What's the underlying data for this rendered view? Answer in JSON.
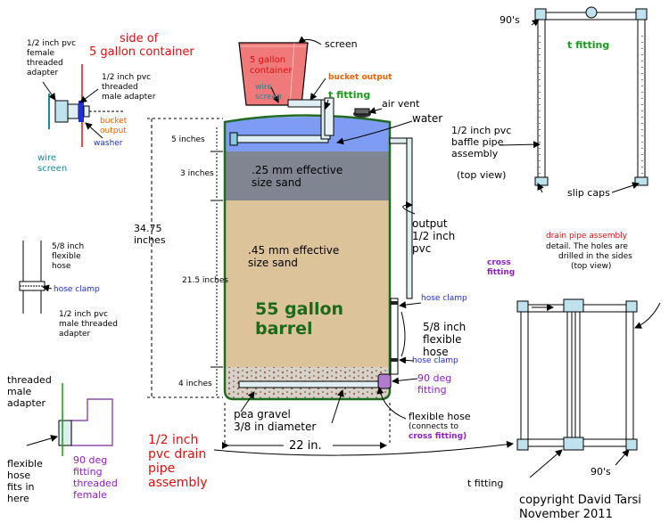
{
  "colors": {
    "water": "#7f9cf5",
    "fine_sand": "#7f8591",
    "coarse_sand": "#dcc39a",
    "gravel": "#d8d1c7",
    "barrel_outline": "#1f6b1f",
    "bucket": "#f07a7a",
    "pipe": "#dfeef2"
  },
  "labels": {
    "adapter_detail": {
      "female_adapter": [
        "1/2 inch pvc",
        "female",
        "threaded",
        "adapter"
      ],
      "side_of_container": [
        "side of",
        "5 gallon container"
      ],
      "male_adapter": [
        "1/2 inch pvc",
        "threaded",
        "male adapter"
      ],
      "bucket_output": [
        "bucket",
        "output"
      ],
      "washer": "washer",
      "wire_screen": [
        "wire",
        "screen"
      ]
    },
    "hose_detail": {
      "flexible_hose": [
        "5/8 inch",
        "flexible",
        "hose"
      ],
      "hose_clamp": "hose clamp",
      "male_adapter": [
        "1/2 inch pvc",
        "male threaded",
        "adapter"
      ]
    },
    "fitting_detail": {
      "threaded_male": [
        "threaded",
        "male",
        "adapter"
      ],
      "flexible_hose": [
        "flexible",
        "hose",
        "fits in",
        "here"
      ],
      "deg90": [
        "90 deg",
        "fitting",
        "threaded",
        "female"
      ]
    },
    "bucket": {
      "screen": "screen",
      "container": [
        "5 gallon",
        "container"
      ],
      "wire_screen": [
        "wire",
        "screen"
      ],
      "bucket_output": "bucket output",
      "t_fitting": "t fitting",
      "air_vent": "air vent",
      "water": "water"
    },
    "barrel": {
      "five_inches": "5 inches",
      "three_inches": "3 inches",
      "height": [
        "34.75",
        "inches"
      ],
      "fine_sand": [
        ".25 mm effective",
        "size sand"
      ],
      "coarse_sand": [
        ".45 mm effective",
        "size sand"
      ],
      "sand_height": "21.5 inches",
      "four_inches": "4 inches",
      "barrel_name": [
        "55 gallon",
        "barrel"
      ],
      "gravel": [
        "pea gravel",
        "3/8 in diameter"
      ],
      "width": "22 in."
    },
    "right_side": {
      "baffle": [
        "1/2 inch pvc",
        "baffle pipe",
        "assembly"
      ],
      "top_view": "(top view)",
      "output": [
        "output",
        "1/2 inch",
        "pvc"
      ],
      "hose_clamp_upper": "hose clamp",
      "flexible_hose": [
        "5/8 inch",
        "flexible",
        "hose"
      ],
      "hose_clamp_lower": "hose clamp",
      "deg90": [
        "90 deg",
        "fitting"
      ],
      "flex_hose_connect": [
        "flexible hose",
        "(connects to",
        "cross fitting)"
      ]
    },
    "drain": {
      "label": [
        "1/2 inch",
        "pvc drain",
        "pipe",
        "assembly"
      ]
    },
    "baffle_view": {
      "nineties": "90's",
      "t_fitting": "t fitting",
      "slip_caps": "slip caps"
    },
    "drain_view": {
      "title": "drain pipe assembly",
      "detail": [
        "detail.  The holes are",
        "drilled in the sides",
        "(top view)"
      ],
      "cross_fitting": [
        "cross",
        "fitting"
      ],
      "nineties": "90's",
      "t_fitting": "t fitting"
    },
    "copyright": [
      "copyright David Tarsi",
      "November 2011"
    ]
  }
}
